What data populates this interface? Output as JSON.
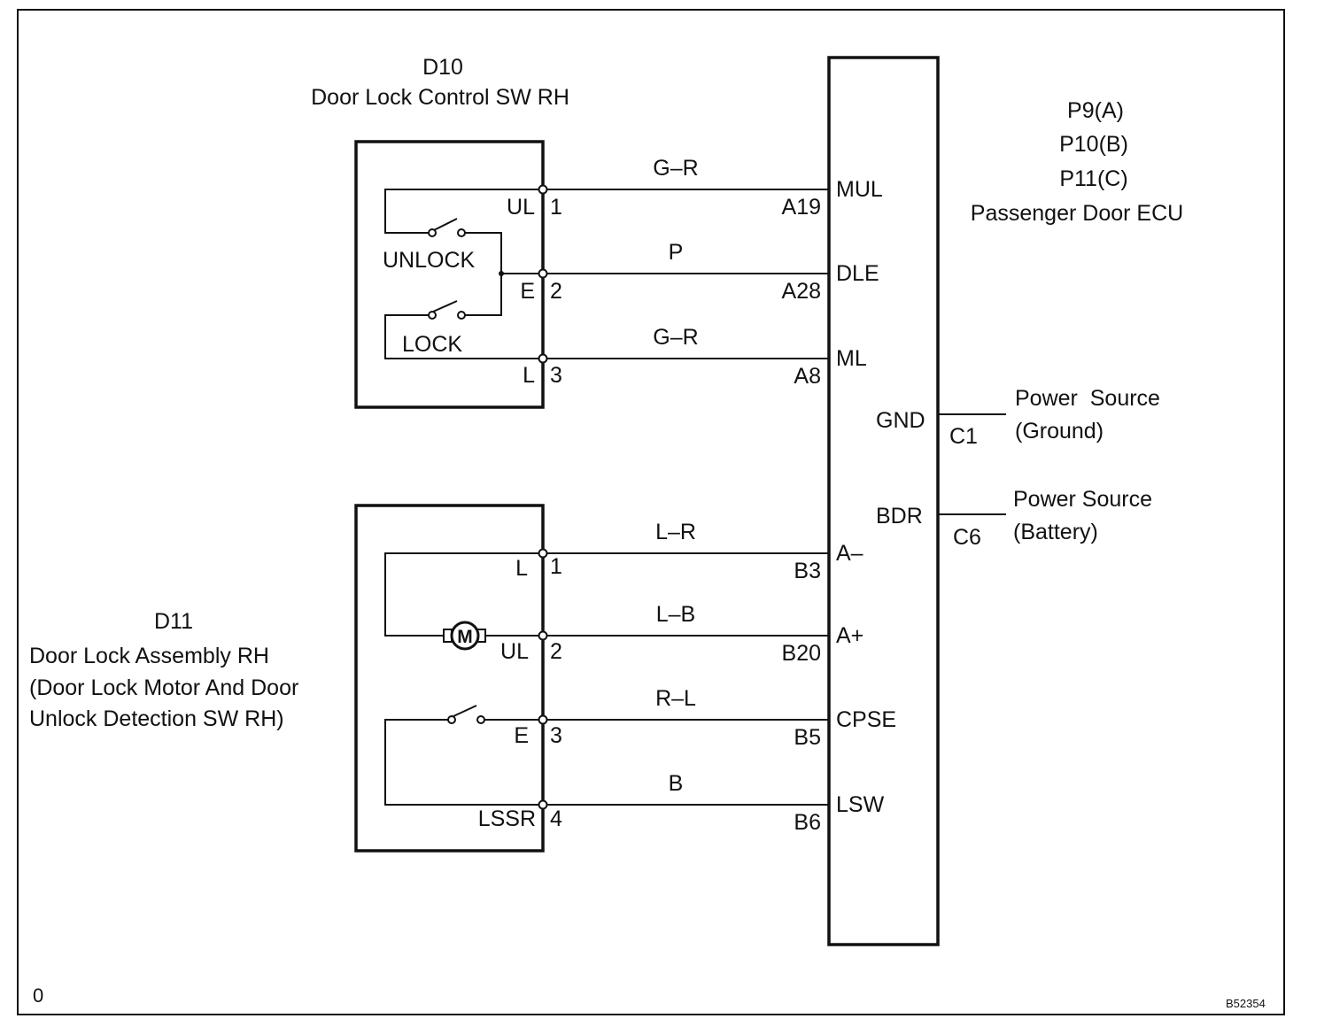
{
  "d10": {
    "code": "D10",
    "name": "Door Lock Control SW RH",
    "switch_unlock": "UNLOCK",
    "switch_lock": "LOCK",
    "pins": [
      {
        "name": "UL",
        "num": "1"
      },
      {
        "name": "E",
        "num": "2"
      },
      {
        "name": "L",
        "num": "3"
      }
    ]
  },
  "d11": {
    "code": "D11",
    "name_line1": "Door Lock Assembly RH",
    "name_line2": "(Door Lock Motor And Door",
    "name_line3": "Unlock Detection SW RH)",
    "motor": "M",
    "pins": [
      {
        "name": "L",
        "num": "1"
      },
      {
        "name": "UL",
        "num": "2"
      },
      {
        "name": "E",
        "num": "3"
      },
      {
        "name": "LSSR",
        "num": "4"
      }
    ]
  },
  "wires": [
    {
      "color": "G–R",
      "ecu_pin": "A19",
      "ecu_terminal": "MUL"
    },
    {
      "color": "P",
      "ecu_pin": "A28",
      "ecu_terminal": "DLE"
    },
    {
      "color": "G–R",
      "ecu_pin": "A8",
      "ecu_terminal": "ML"
    },
    {
      "color": "L–R",
      "ecu_pin": "B3",
      "ecu_terminal": "A–"
    },
    {
      "color": "L–B",
      "ecu_pin": "B20",
      "ecu_terminal": "A+"
    },
    {
      "color": "R–L",
      "ecu_pin": "B5",
      "ecu_terminal": "CPSE"
    },
    {
      "color": "B",
      "ecu_pin": "B6",
      "ecu_terminal": "LSW"
    }
  ],
  "ecu": {
    "connector_1": "P9(A)",
    "connector_2": "P10(B)",
    "connector_3": "P11(C)",
    "name": "Passenger Door ECU",
    "gnd_terminal": "GND",
    "gnd_pin": "C1",
    "gnd_label_1": "Power  Source",
    "gnd_label_2": "(Ground)",
    "bdr_terminal": "BDR",
    "bdr_pin": "C6",
    "bdr_label_1": "Power Source",
    "bdr_label_2": "(Battery)"
  },
  "footer": {
    "left_mark": "0",
    "figure_code": "B52354"
  }
}
